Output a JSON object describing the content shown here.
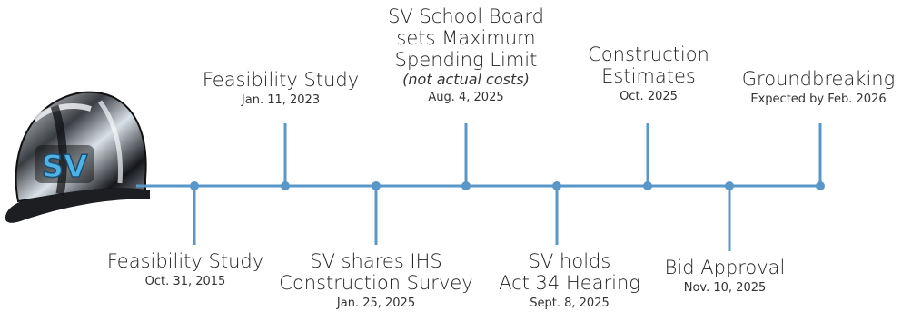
{
  "logo_text": "SV",
  "colors": {
    "line": "#5a97c9",
    "logo": "#4fb3e6",
    "helmet_dark": "#1b1b1d",
    "helmet_light": "#e9eef2",
    "text": "#222222"
  },
  "milestones": [
    {
      "id": "m1",
      "title_lines": [
        "Feasibility Study"
      ],
      "note": "",
      "date": "Oct. 31, 2015"
    },
    {
      "id": "m2",
      "title_lines": [
        "Feasibility Study"
      ],
      "note": "",
      "date": "Jan. 11, 2023"
    },
    {
      "id": "m3",
      "title_lines": [
        "SV shares IHS",
        "Construction Survey"
      ],
      "note": "",
      "date": "Jan. 25, 2025"
    },
    {
      "id": "m4",
      "title_lines": [
        "SV School Board",
        "sets Maximum",
        "Spending Limit"
      ],
      "note": "(not actual costs)",
      "date": "Aug. 4, 2025"
    },
    {
      "id": "m5",
      "title_lines": [
        "SV holds",
        "Act 34 Hearing"
      ],
      "note": "",
      "date": "Sept. 8, 2025"
    },
    {
      "id": "m6",
      "title_lines": [
        "Construction",
        "Estimates"
      ],
      "note": "",
      "date": "Oct. 2025"
    },
    {
      "id": "m7",
      "title_lines": [
        "Bid Approval"
      ],
      "note": "",
      "date": "Nov. 10, 2025"
    },
    {
      "id": "m8",
      "title_lines": [
        "Groundbreaking"
      ],
      "note": "",
      "date": "Expected by Feb. 2026"
    }
  ]
}
